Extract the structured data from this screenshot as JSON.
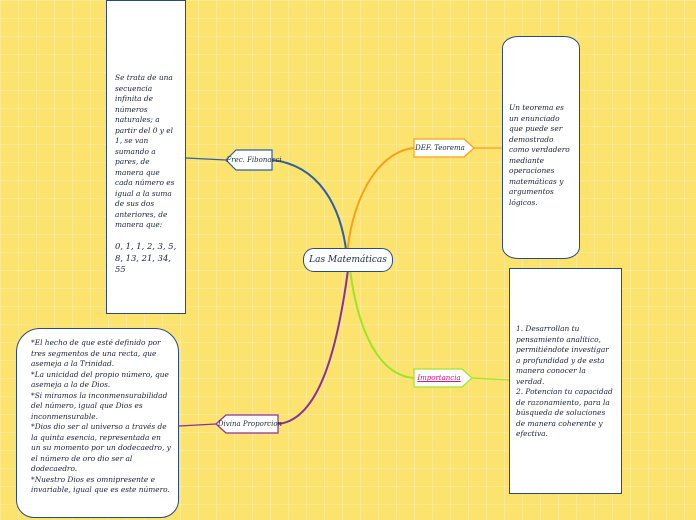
{
  "center": {
    "label": "Las Matemáticas"
  },
  "branches": {
    "fibonacci": {
      "label": "Frec. Fibonacci"
    },
    "teorema": {
      "label": "DEF. Teorema"
    },
    "importancia": {
      "label": "Importancia"
    },
    "divina": {
      "label": "Divina Proporcion"
    }
  },
  "cards": {
    "fibonacci": {
      "text": "Se trata de una secuencia infinita de números naturales; a partir del 0 y el 1, se van sumando a pares, de manera que cada número es igual a la suma de sus dos anteriores, de manera que:",
      "sequence": "0, 1, 1, 2, 3, 5, 8, 13, 21, 34, 55"
    },
    "teorema": {
      "text": "Un teorema es un enunciado que puede ser demostrado como verdadero mediante operaciones matemáticas y argumentos lógicos."
    },
    "importancia": {
      "line1": "1. Desarrollan tu pensamiento analítico, permitiéndote investigar a profundidad y de esta manera conocer la verdad.",
      "line2": "2. Potencian tu capacidad de razonamiento, para la búsqueda de soluciones de manera coherente y efectiva."
    },
    "divina": {
      "p1": "*El hecho de que esté definido por tres segmentos de una recta, que asemeja a la Trinidad.",
      "p2": "*La unicidad del propio número, que asemeja a la de Dios.",
      "p3": "*Si miramos la inconmensurabilidad del número, igual que Dios es inconmensurable.",
      "p4": "*Dios dio ser al universo a través de la quinta esencia, representada en un su momento por un dodecaedro, y el número de oro dio ser al dodecaedro.",
      "p5": "*Nuestro Dios es omnipresente e invariable, igual que es este número."
    }
  },
  "colors": {
    "background": "#fbe36d",
    "fibonacci": "#2f5fa5",
    "teorema": "#f5a21c",
    "importancia": "#9ee32c",
    "divina": "#8a2f9c",
    "importancia_text": "#e0117a"
  }
}
